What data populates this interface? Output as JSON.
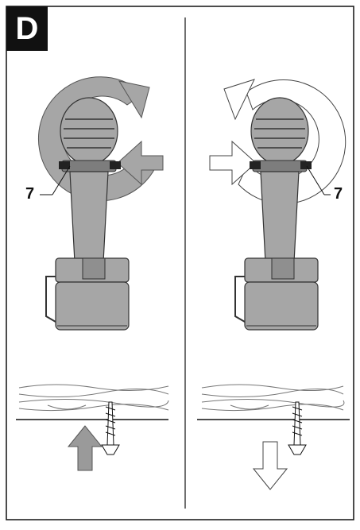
{
  "figure": {
    "panel_letter": "D",
    "callouts": {
      "left": "7",
      "right": "7"
    }
  },
  "colors": {
    "frame": "#111111",
    "tool_fill": "#a6a6a6",
    "tool_dark": "#7d7d7d",
    "arrow_gray": "#9a9a9a",
    "background": "#ffffff"
  }
}
